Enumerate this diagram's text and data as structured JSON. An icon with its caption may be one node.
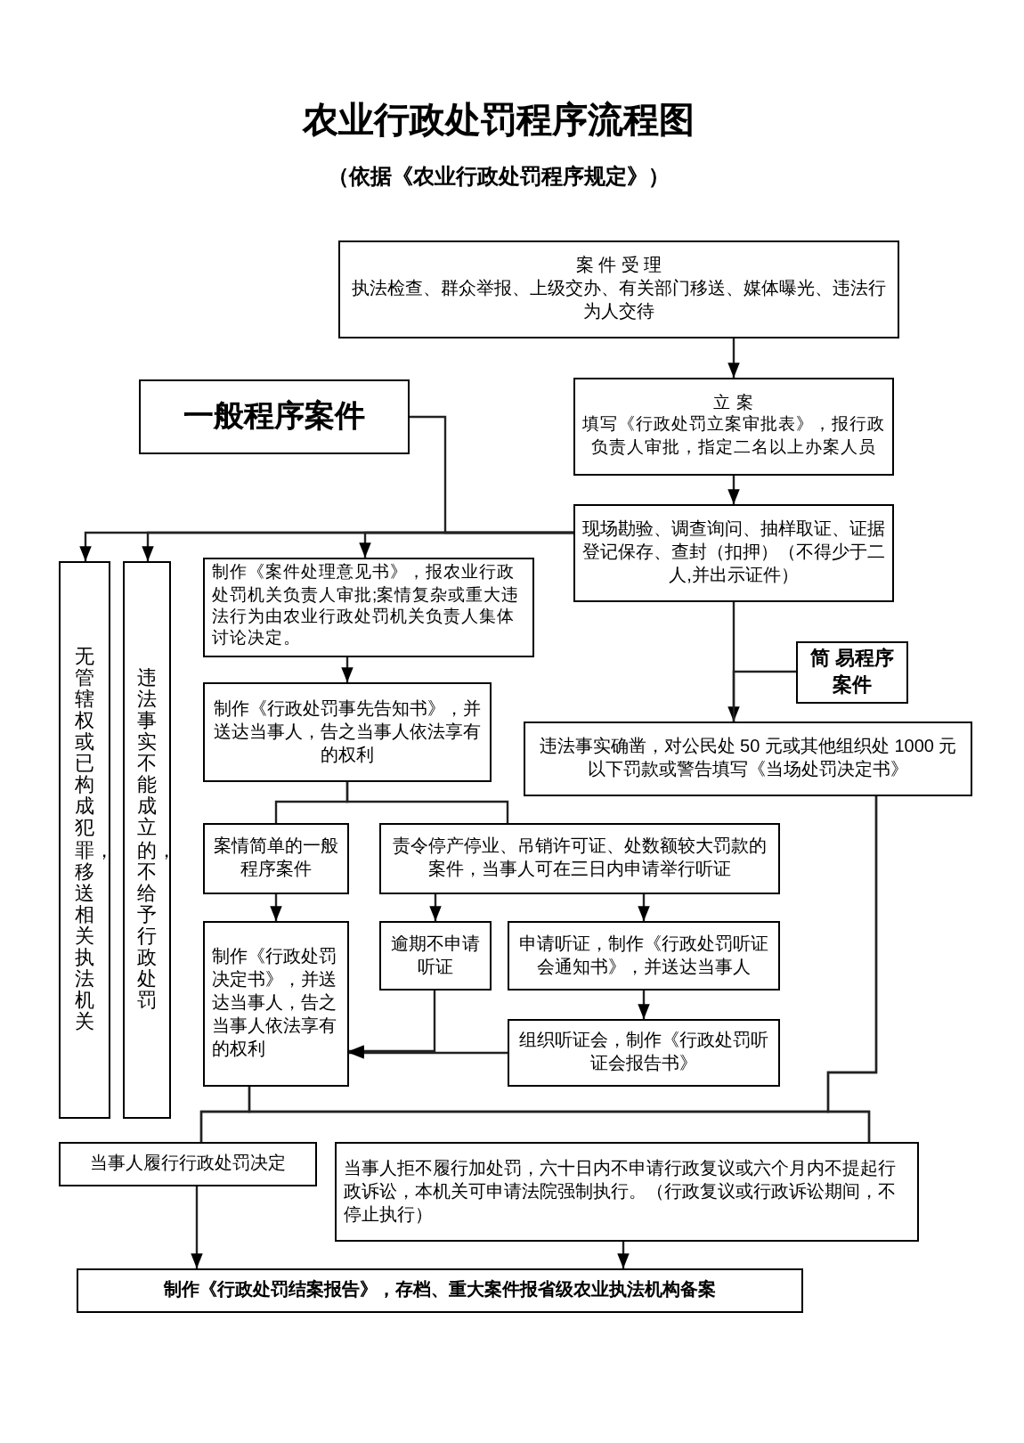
{
  "diagram": {
    "title": "农业行政处罚程序流程图",
    "nodes": [
      {
        "text": [
          "案 件 受 理",
          "执法检查、群众举报、上级交办、有关部门移送、媒体曝光、违法行为人交待"
        ]
      },
      {
        "text": [
          "立 案",
          "填写《行政处罚立案审批表》，报行政负责人审批，指定二名以上办案人员"
        ]
      },
      {
        "text": [
          "一般程序案件"
        ]
      },
      {
        "text": [
          "现场勘验、调查询问、抽样取证、证据登记保存、查封（扣押）（不得少于二人,并出示证件）"
        ]
      },
      {
        "text": [
          "简 易程序案件"
        ]
      },
      {
        "text": [
          "无管辖权或已构成犯罪，移送相关执法机关"
        ]
      },
      {
        "text": [
          "违法事实不能成立的，不给予行政处罚"
        ]
      },
      {
        "text": [
          "制作《案件处理意见书》，报农业行政处罚机关负责人审批;案情复杂或重大违法行为由农业行政处罚机关负责人集体讨论决定。"
        ]
      },
      {
        "text": [
          "违法事实确凿，对公民处 50 元或其他组织处 1000 元以下罚款或警告填写《当场处罚决定书》"
        ]
      },
      {
        "text": [
          "制作《行政处罚事先告知书》，并送达当事人，告之当事人依法享有的权利"
        ]
      },
      {
        "text": [
          "案情简单的一般程序案件"
        ]
      },
      {
        "text": [
          "责令停产停业、吊销许可证、处数额较大罚款的案件，当事人可在三日内申请举行听证"
        ]
      },
      {
        "text": [
          "制作《行政处罚决定书》，并送达当事人，告之当事人依法享有的权利"
        ]
      },
      {
        "text": [
          "逾期不申请听证"
        ]
      },
      {
        "text": [
          "申请听证，制作《行政处罚听证会通知书》，并送达当事人"
        ]
      },
      {
        "text": [
          "组织听证会，制作《行政处罚听证会报告书》"
        ]
      },
      {
        "text": [
          "当事人履行行政处罚决定"
        ]
      },
      {
        "text": [
          "当事人拒不履行加处罚，六十日内不申请行政复议或六个月内不提起行政诉讼，本机关可申请法院强制执行。（行政复议或行政诉讼期间，不停止执行）"
        ]
      },
      {
        "text": [
          "制作《行政处罚结案报告》，存档、重大案件报省级农业执法机构备案"
        ]
      }
    ],
    "edges": [
      {
        "from": 0,
        "to": 1,
        "arrow": "to"
      },
      {
        "from": 1,
        "to": 3,
        "arrow": "to"
      },
      {
        "from": 2,
        "to": 3,
        "arrow": "none"
      },
      {
        "from": 3,
        "to": 5,
        "arrow": "to"
      },
      {
        "from": 3,
        "to": 6,
        "arrow": "to"
      },
      {
        "from": 3,
        "to": 7,
        "arrow": "to"
      },
      {
        "from": 3,
        "to": 8,
        "arrow": "to"
      },
      {
        "from": 4,
        "to": 8,
        "arrow": "none"
      },
      {
        "from": 7,
        "to": 9,
        "arrow": "to"
      },
      {
        "from": 9,
        "to": 10,
        "arrow": "none"
      },
      {
        "from": 9,
        "to": 11,
        "arrow": "none"
      },
      {
        "from": 10,
        "to": 12,
        "arrow": "to"
      },
      {
        "from": 11,
        "to": 13,
        "arrow": "to"
      },
      {
        "from": 11,
        "to": 14,
        "arrow": "to"
      },
      {
        "from": 14,
        "to": 15,
        "arrow": "to"
      },
      {
        "from": 13,
        "to": 12,
        "arrow": "to"
      },
      {
        "from": 15,
        "to": 12,
        "arrow": "to"
      },
      {
        "from": 12,
        "to": 16,
        "arrow": "none"
      },
      {
        "from": 12,
        "to": 17,
        "arrow": "none"
      },
      {
        "from": 8,
        "to": 16,
        "arrow": "none"
      },
      {
        "from": 8,
        "to": 17,
        "arrow": "none"
      },
      {
        "from": 16,
        "to": 18,
        "arrow": "to"
      },
      {
        "from": 17,
        "to": 18,
        "arrow": "to"
      }
    ],
    "labels": [
      "（依据《农业行政处罚程序规定》）"
    ]
  }
}
